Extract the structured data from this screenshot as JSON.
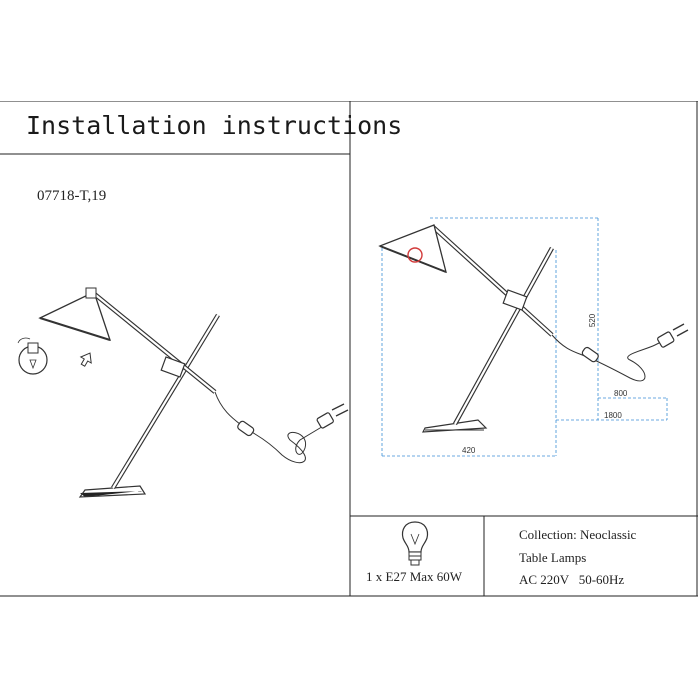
{
  "header": {
    "title": "Installation instructions"
  },
  "product": {
    "model": "07718-T,19"
  },
  "dimensions": {
    "width": "420",
    "height": "520",
    "base": "800",
    "cord": "1800"
  },
  "specs": {
    "bulb": "1 x E27 Max 60W",
    "collection": "Collection: Neoclassic",
    "category": "Table Lamps",
    "power": "AC 220V   50-60Hz"
  },
  "colors": {
    "line": "#333333",
    "dim_line": "#3b8fd6",
    "bulb_accent": "#d23a3a"
  },
  "icons": [
    "bulb-icon",
    "plug-icon",
    "switch-icon",
    "arrow-icon"
  ]
}
